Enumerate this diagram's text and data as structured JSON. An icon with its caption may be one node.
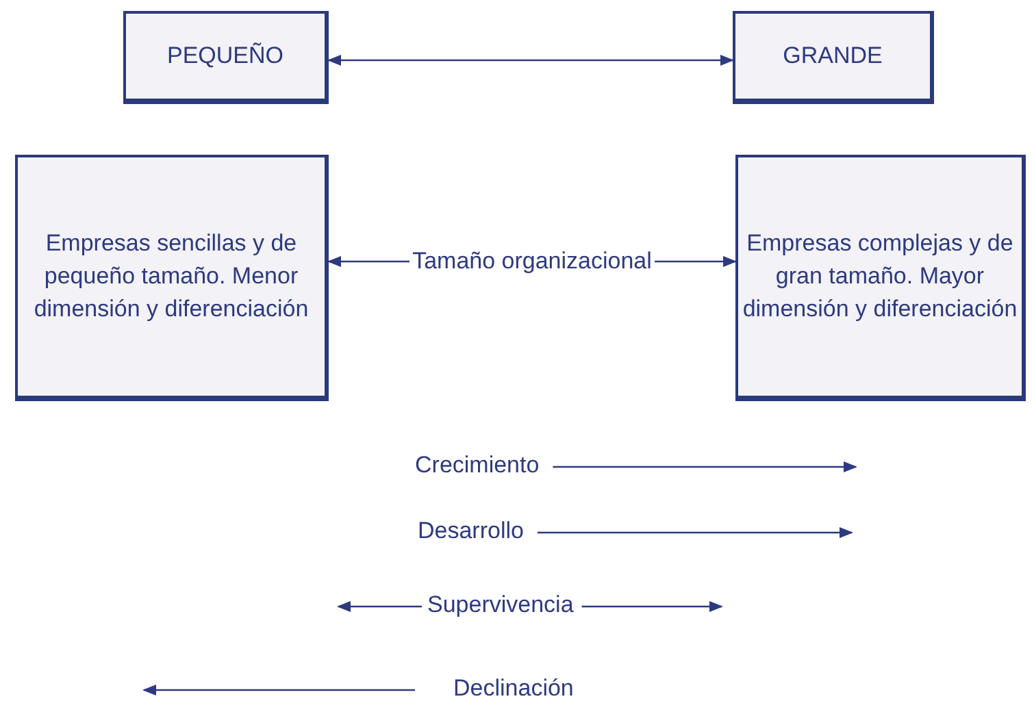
{
  "diagram": {
    "nodes": [
      {
        "text": [
          "PEQUEÑO"
        ]
      },
      {
        "text": [
          "GRANDE"
        ]
      },
      {
        "text": [
          "Empresas sencillas y de pequeño tamaño. Menor dimensión y diferenciación"
        ]
      },
      {
        "text": [
          "Empresas complejas y de gran tamaño. Mayor dimensión y diferenciación"
        ]
      },
      {
        "text": [
          "Crecimiento"
        ]
      },
      {
        "text": [
          "Desarrollo"
        ]
      },
      {
        "text": [
          "Supervivencia"
        ]
      },
      {
        "text": [
          "Declinación"
        ]
      }
    ],
    "edges": [
      {
        "from": 0,
        "to": 1,
        "arrow": "both"
      },
      {
        "from": 2,
        "to": 3,
        "arrow": "both",
        "label": "Tamaño organizacional"
      },
      {
        "from": 4,
        "to": null,
        "arrow": "to"
      },
      {
        "from": 5,
        "to": null,
        "arrow": "to"
      },
      {
        "from": 6,
        "to": null,
        "arrow": "to"
      },
      {
        "from": 6,
        "to": null,
        "arrow": "to"
      },
      {
        "from": 7,
        "to": null,
        "arrow": "to"
      }
    ]
  }
}
